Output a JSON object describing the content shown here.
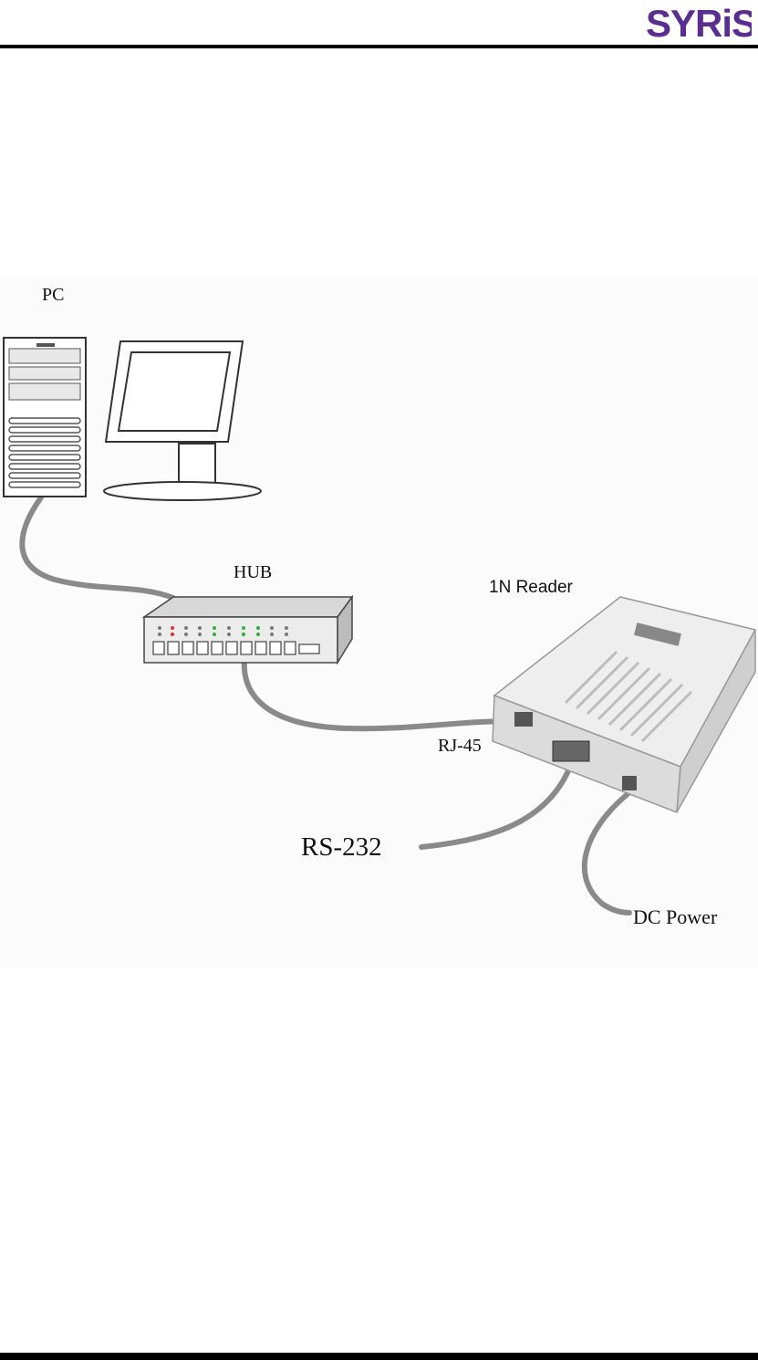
{
  "header": {
    "logo_text": "SYRiS"
  },
  "diagram": {
    "labels": {
      "pc": "PC",
      "hub": "HUB",
      "reader": "1N Reader",
      "rj45": "RJ-45",
      "rs232": "RS-232",
      "dc_power": "DC Power"
    },
    "colors": {
      "logo_primary": "#5a2d91",
      "logo_accent": "#19b3c8",
      "cable": "#8a8a8a",
      "led_red": "#e03030",
      "led_green": "#2fb030"
    }
  }
}
